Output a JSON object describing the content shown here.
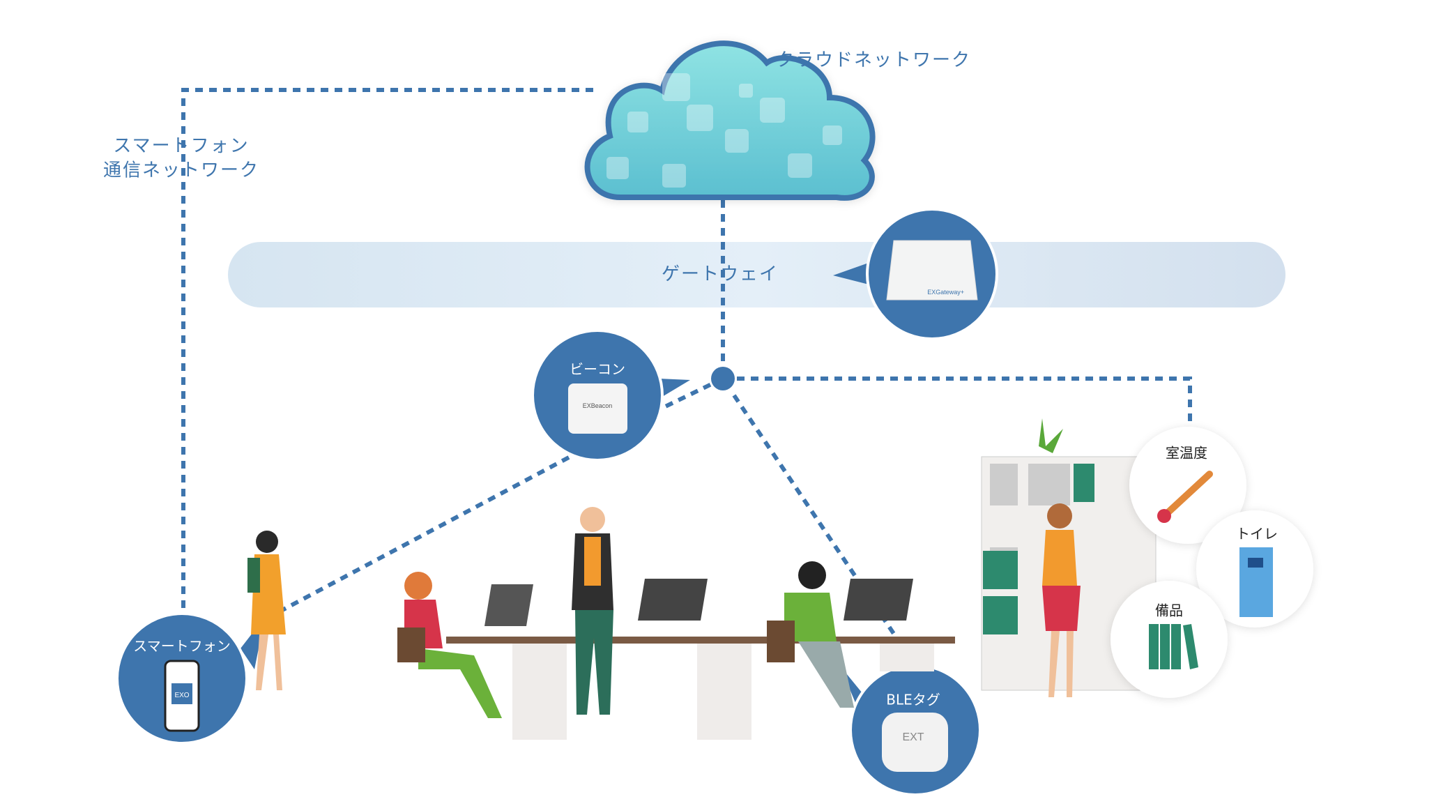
{
  "cloud": {
    "label": "クラウドネットワーク"
  },
  "smartphone_network": {
    "line1": "スマートフォン",
    "line2": "通信ネットワーク"
  },
  "gateway": {
    "label": "ゲートウェイ",
    "device_text": "EXGateway+"
  },
  "beacon": {
    "label": "ビーコン",
    "device_text": "EXBeacon"
  },
  "smartphone": {
    "label": "スマートフォン",
    "app_text": "EXO"
  },
  "ble_tag": {
    "label": "BLEタグ",
    "device_text": "EXT"
  },
  "sensors": [
    {
      "label": "室温度",
      "icon": "thermometer-icon"
    },
    {
      "label": "トイレ",
      "icon": "toilet-door-icon"
    },
    {
      "label": "備品",
      "icon": "binders-icon"
    }
  ],
  "colors": {
    "primary": "#3e75ad",
    "band": "#dbe8f3",
    "cloud": "#6fcfd6"
  }
}
